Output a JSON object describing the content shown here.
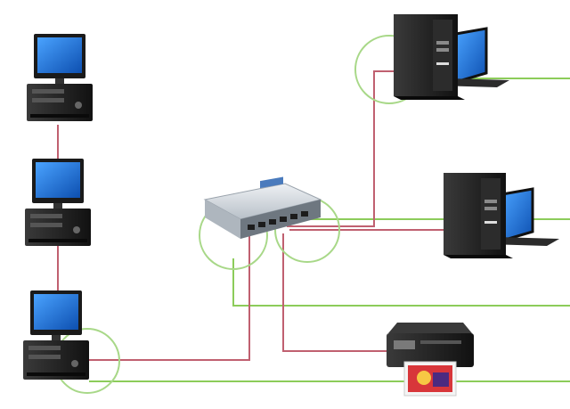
{
  "diagram": {
    "type": "network-topology",
    "nodes": [
      {
        "id": "desktop-1",
        "kind": "desktop-computer",
        "icon": "desktop-computer-icon"
      },
      {
        "id": "desktop-2",
        "kind": "desktop-computer",
        "icon": "desktop-computer-icon"
      },
      {
        "id": "desktop-3",
        "kind": "desktop-computer",
        "icon": "desktop-computer-icon"
      },
      {
        "id": "tower-1",
        "kind": "tower-workstation",
        "icon": "tower-computer-icon"
      },
      {
        "id": "tower-2",
        "kind": "tower-workstation",
        "icon": "tower-computer-icon"
      },
      {
        "id": "switch",
        "kind": "network-switch",
        "icon": "network-switch-icon"
      },
      {
        "id": "printer",
        "kind": "inkjet-printer",
        "icon": "printer-icon"
      }
    ],
    "links": [
      {
        "from": "desktop-1",
        "to": "desktop-2",
        "cable": "red"
      },
      {
        "from": "desktop-2",
        "to": "desktop-3",
        "cable": "red"
      },
      {
        "from": "desktop-3",
        "to": "switch",
        "cable": "red"
      },
      {
        "from": "switch",
        "to": "tower-1",
        "cable": "red"
      },
      {
        "from": "switch",
        "to": "tower-2",
        "cable": "red"
      },
      {
        "from": "switch",
        "to": "printer",
        "cable": "red"
      }
    ],
    "colors": {
      "data_cable": "#c06070",
      "power_line": "#8ccc5a",
      "highlight_ring": "#a8d888",
      "monitor_screen": "#1a6fd6",
      "case_dark": "#222222",
      "switch_body": "#d6dce2"
    }
  }
}
